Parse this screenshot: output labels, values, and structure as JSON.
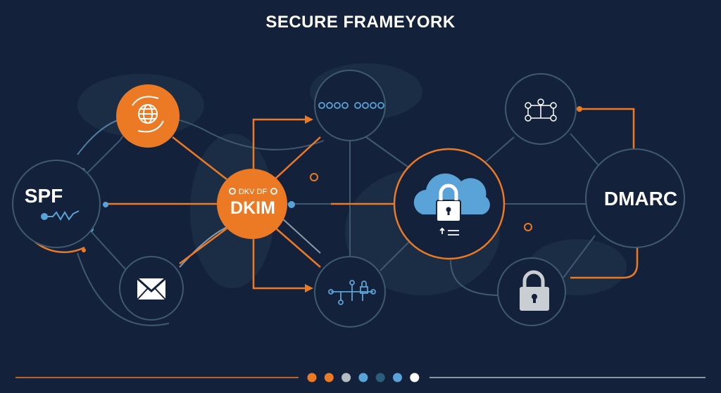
{
  "title": "SECURE FRAMEYORK",
  "nodes": {
    "spf": {
      "label": "SPF"
    },
    "dkim": {
      "label": "DKIM",
      "sublabel": "DKV DF"
    },
    "dmarc": {
      "label": "DMARC"
    }
  },
  "icons": [
    "globe-icon",
    "envelope-icon",
    "chain-icon",
    "circuit-lock-icon",
    "cloud-lock-icon",
    "network-icon",
    "padlock-icon"
  ],
  "pager": {
    "dots": [
      "#ec7a24",
      "#ec7a24",
      "#b4bcc4",
      "#5aa3d8",
      "#2a5d78",
      "#5aa3d8",
      "#ffffff"
    ]
  },
  "colors": {
    "background": "#13223a",
    "accent": "#ec7a24",
    "blue": "#5aa3d8",
    "line": "#3d5a70"
  }
}
